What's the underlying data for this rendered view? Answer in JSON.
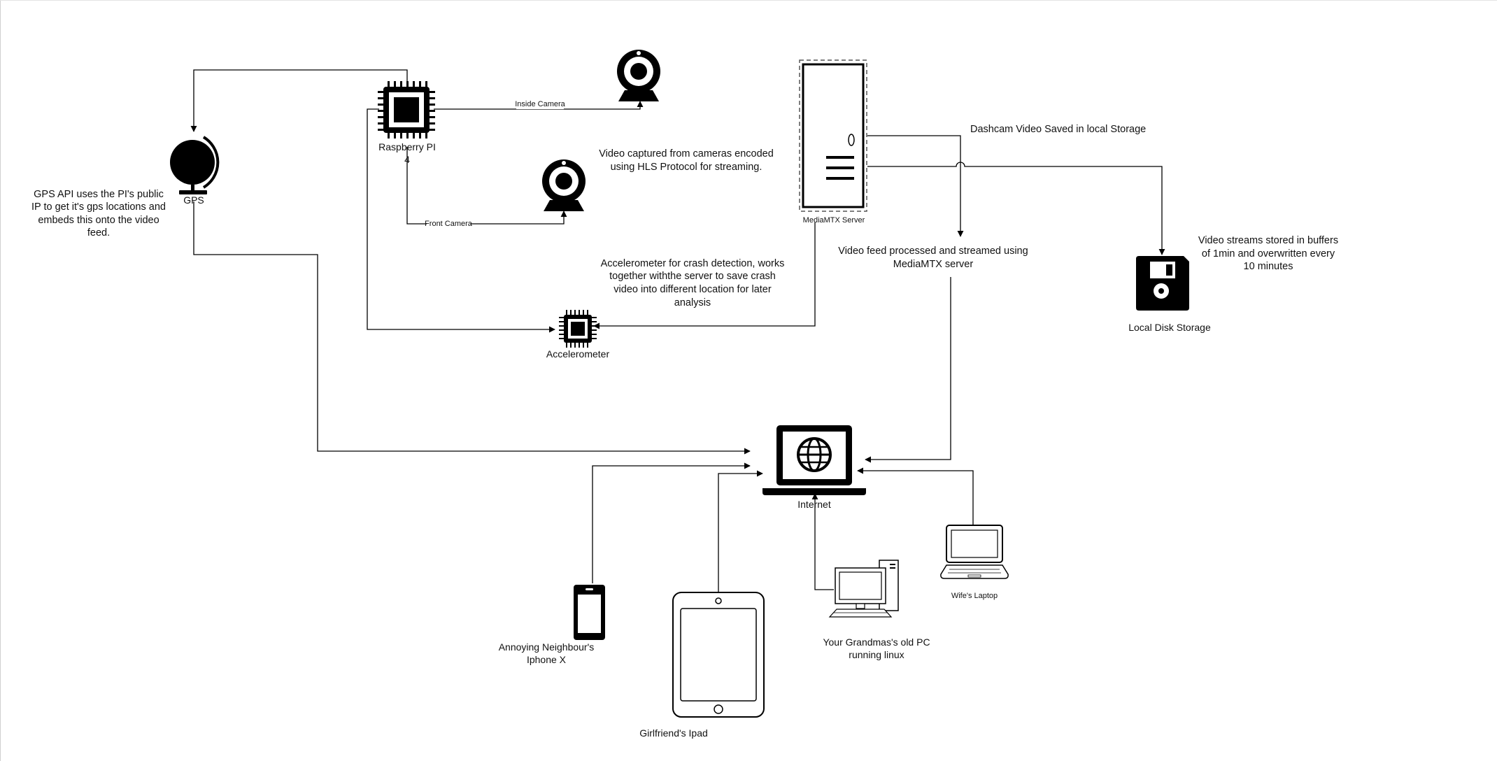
{
  "colors": {
    "ink": "#000000",
    "background": "#ffffff"
  },
  "nodes": {
    "raspberry_pi": {
      "label_line1": "Raspberry PI",
      "label_line2": "4",
      "icon": "cpu-chip-icon"
    },
    "gps": {
      "label": "GPS",
      "icon": "globe-icon"
    },
    "inside_camera": {
      "icon": "webcam-icon"
    },
    "front_camera": {
      "icon": "webcam-icon"
    },
    "mediamtx_server": {
      "label": "MediaMTX Server",
      "icon": "server-tower-icon"
    },
    "local_disk": {
      "label": "Local Disk Storage",
      "icon": "floppy-disk-icon"
    },
    "accelerometer": {
      "label": "Accelerometer",
      "icon": "chip-icon"
    },
    "internet": {
      "label": "Internet",
      "icon": "laptop-globe-icon"
    },
    "neighbour_phone": {
      "label_line1": "Annoying Neighbour's",
      "label_line2": "Iphone X",
      "icon": "smartphone-icon"
    },
    "girlfriend_ipad": {
      "label": "Girlfriend's Ipad",
      "icon": "tablet-icon"
    },
    "grandma_pc": {
      "label_line1": "Your Grandmas's old PC",
      "label_line2": "running linux",
      "icon": "desktop-pc-icon"
    },
    "wife_laptop": {
      "label": "Wife's Laptop",
      "icon": "laptop-icon"
    }
  },
  "edge_labels": {
    "inside_camera": "Inside Camera",
    "front_camera": "Front Camera"
  },
  "notes": {
    "gps": [
      "GPS API uses the PI's public",
      "IP to get it's gps locations and",
      "embeds this onto the video",
      "feed."
    ],
    "cameras": [
      "Video captured from cameras encoded",
      "using HLS Protocol for streaming."
    ],
    "accelerometer": [
      "Accelerometer for crash detection, works",
      "together withthe server to save crash",
      "video into different location for later",
      "analysis"
    ],
    "dashcam_storage": "Dashcam Video Saved in local Storage",
    "streaming": [
      "Video feed processed and streamed using",
      "MediaMTX server"
    ],
    "buffers": [
      "Video streams stored in buffers",
      "of 1min and overwritten every",
      "10 minutes"
    ]
  }
}
